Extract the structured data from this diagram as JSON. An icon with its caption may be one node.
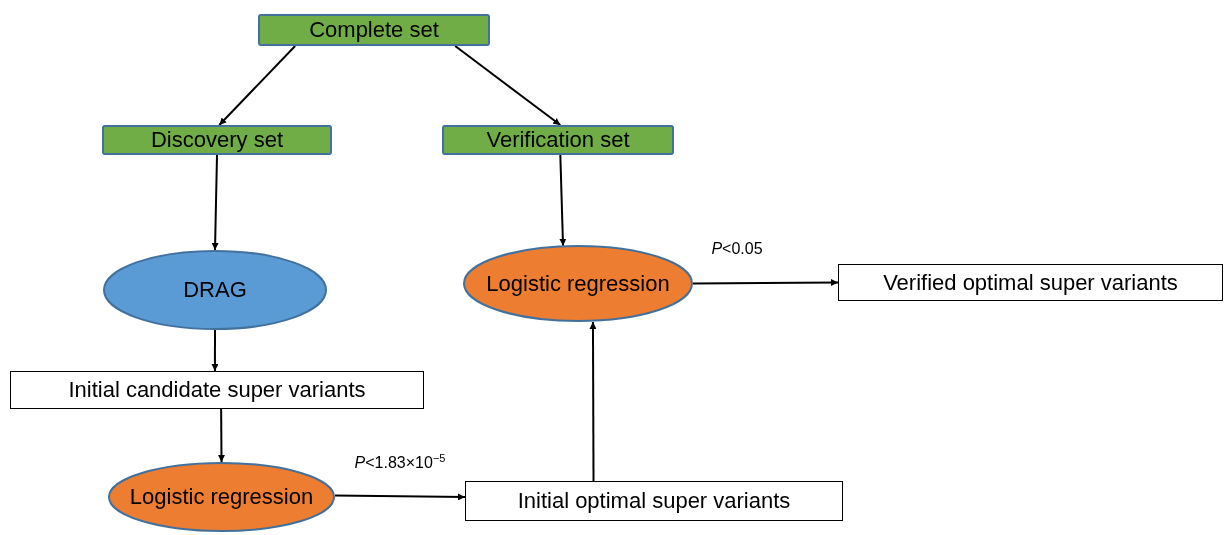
{
  "diagram": {
    "nodes": [
      {
        "text": [
          "Complete set"
        ]
      },
      {
        "text": [
          "Discovery set"
        ]
      },
      {
        "text": [
          "Verification set"
        ]
      },
      {
        "text": [
          "DRAG"
        ]
      },
      {
        "text": [
          "Logistic regression"
        ]
      },
      {
        "text": [
          "Verified optimal super variants"
        ]
      },
      {
        "text": [
          "Initial candidate super variants"
        ]
      },
      {
        "text": [
          "Logistic regression"
        ]
      },
      {
        "text": [
          "Initial optimal super variants"
        ]
      }
    ],
    "edges": [
      {
        "from": 0,
        "to": 1,
        "arrow": "to"
      },
      {
        "from": 0,
        "to": 2,
        "arrow": "to"
      },
      {
        "from": 1,
        "to": 3,
        "arrow": "to"
      },
      {
        "from": 2,
        "to": 4,
        "arrow": "to"
      },
      {
        "from": 4,
        "to": 5,
        "arrow": "to",
        "label": "*P*<0.05"
      },
      {
        "from": 3,
        "to": 6,
        "arrow": "to"
      },
      {
        "from": 6,
        "to": 7,
        "arrow": "to"
      },
      {
        "from": 7,
        "to": 8,
        "arrow": "to",
        "label": "*P*<1.83×10$^{−5}$"
      },
      {
        "from": 8,
        "to": 4,
        "arrow": "to"
      }
    ]
  }
}
